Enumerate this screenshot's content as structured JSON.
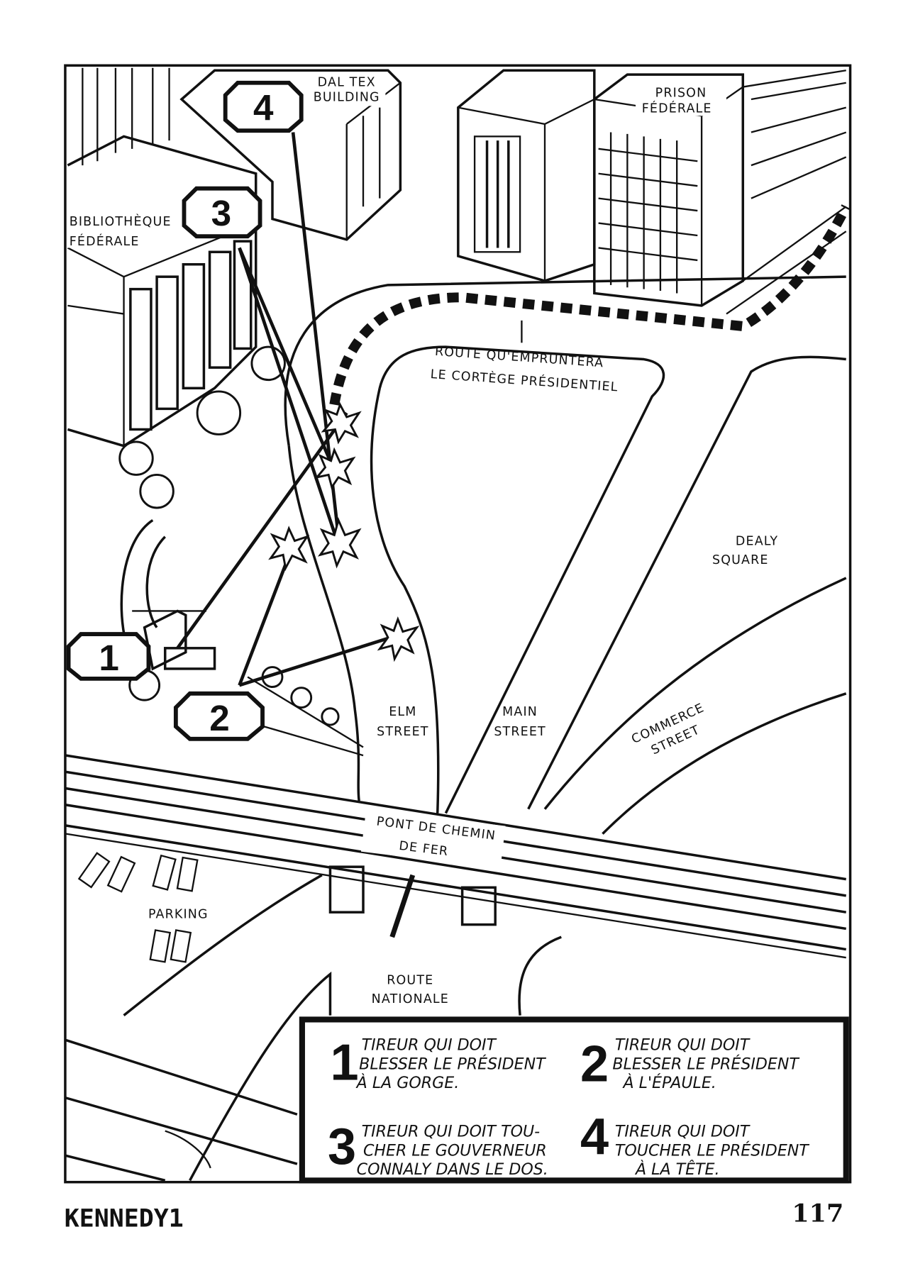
{
  "map": {
    "buildings": {
      "dal_tex": [
        "DAL TEX",
        "BUILDING"
      ],
      "prison": [
        "PRISON",
        "FÉDÉRALE"
      ],
      "library": [
        "BIBLIOTHÈQUE",
        "FÉDÉRALE"
      ]
    },
    "route_label": [
      "ROUTE QU'EMPRUNTERA",
      "LE CORTÈGE PRÉSIDENTIEL"
    ],
    "dealy_square": [
      "DEALY",
      "SQUARE"
    ],
    "elm_street": [
      "ELM",
      "STREET"
    ],
    "main_street": [
      "MAIN",
      "STREET"
    ],
    "commerce_street": [
      "COMMERCE",
      "STREET"
    ],
    "bridge": [
      "PONT DE CHEMIN",
      "DE FER"
    ],
    "parking": "PARKING",
    "route_nationale": [
      "ROUTE",
      "NATIONALE"
    ],
    "shooter_markers": [
      "1",
      "2",
      "3",
      "4"
    ]
  },
  "legend": {
    "items": [
      {
        "number": "1",
        "lines": [
          "TIREUR QUI DOIT",
          "BLESSER LE PRÉSIDENT",
          "À LA GORGE."
        ]
      },
      {
        "number": "2",
        "lines": [
          "TIREUR QUI DOIT",
          "BLESSER LE PRÉSIDENT",
          "À L'ÉPAULE."
        ]
      },
      {
        "number": "3",
        "lines": [
          "TIREUR QUI DOIT TOU-",
          "CHER LE GOUVERNEUR",
          "CONNALY DANS LE DOS."
        ]
      },
      {
        "number": "4",
        "lines": [
          "TIREUR QUI DOIT",
          "TOUCHER LE PRÉSIDENT",
          "À LA TÊTE."
        ]
      }
    ]
  },
  "footer": {
    "title": "KENNEDY1",
    "page_number": "117"
  }
}
